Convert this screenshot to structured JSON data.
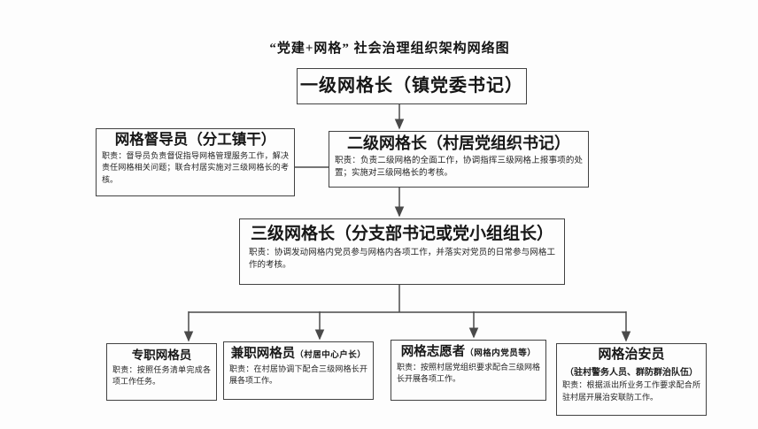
{
  "title": "“党建+网格” 社会治理组织架构网络图",
  "colors": {
    "background": "#fdfdfd",
    "border": "#424242",
    "line": "#4a4a4a",
    "text": "#1b1b1b"
  },
  "nodes": {
    "level1": {
      "title": "一级网格长（镇党委书记）"
    },
    "supervisor": {
      "title": "网格督导员（分工镇干）",
      "body": "职责：督导员负责督促指导网格管理服务工作，解决责任网格相关问题；联合村居实施对三级网格长的考核。"
    },
    "level2": {
      "title": "二级网格长（村居党组织书记）",
      "body": "职责：负责二级网格的全面工作，协调指挥三级网格上报事项的处置；实施对三级网格长的考核。"
    },
    "level3": {
      "title": "三级网格长（分支部书记或党小组组长）",
      "body": "职责：协调发动网格内党员参与网格内各项工作，并落实对党员的日常参与网格工作的考核。"
    },
    "fulltime": {
      "title": "专职网格员",
      "body": "职责：按照任务清单完成各项工作任务。"
    },
    "parttime": {
      "title": "兼职网格员",
      "subtitle": "（村居中心户长）",
      "body": "职责：在村居协调下配合三级网格长开展各项工作。"
    },
    "volunteer": {
      "title": "网格志愿者",
      "subtitle": "（网格内党员等）",
      "body": "职责：按照村居党组织要求配合三级网格长开展各项工作。"
    },
    "security": {
      "title": "网格治安员",
      "subtitle": "（驻村警务人员、群防群治队伍）",
      "body": "职责：根据派出所业务工作要求配合所驻村居开展治安联防工作。"
    }
  },
  "edges": [
    {
      "from": "level1",
      "to": "level2",
      "arrow": true
    },
    {
      "from": "supervisor",
      "to": "level2",
      "arrow": false
    },
    {
      "from": "level2",
      "to": "level3",
      "arrow": true
    },
    {
      "from": "level3",
      "to": "fulltime",
      "arrow": true
    },
    {
      "from": "level3",
      "to": "parttime",
      "arrow": true
    },
    {
      "from": "level3",
      "to": "volunteer",
      "arrow": true
    },
    {
      "from": "level3",
      "to": "security",
      "arrow": true
    }
  ]
}
